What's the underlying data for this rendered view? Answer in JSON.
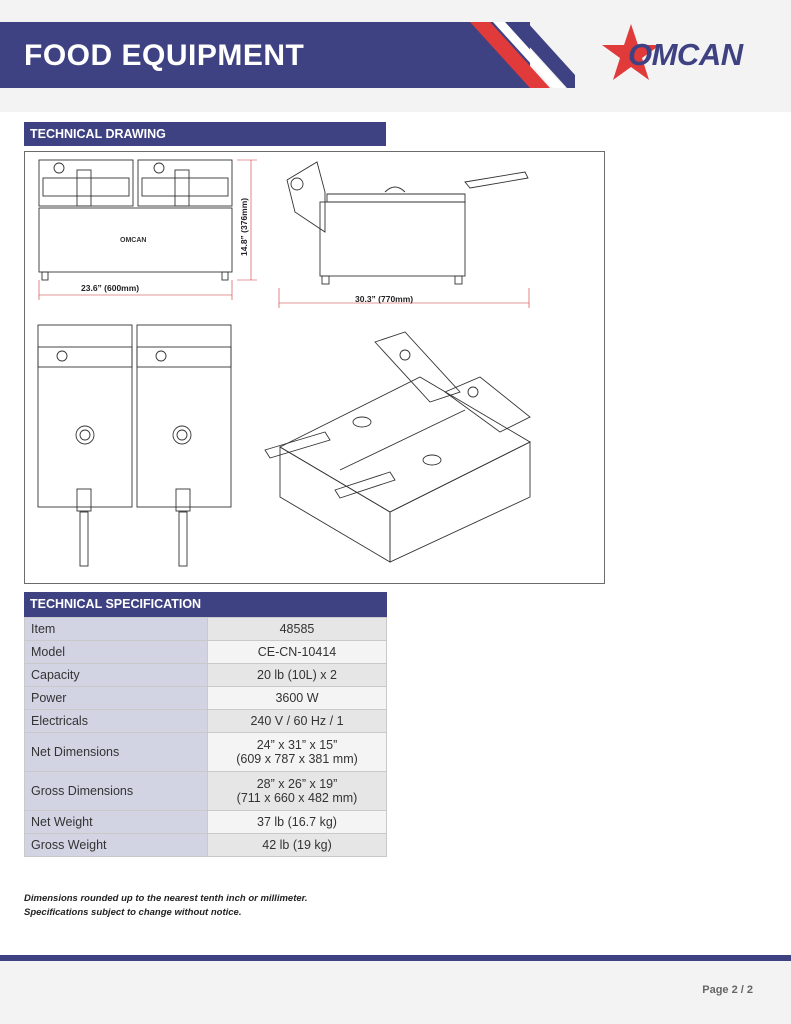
{
  "header": {
    "title": "FOOD EQUIPMENT",
    "brand": "OMCAN",
    "colors": {
      "navy": "#3f4282",
      "red": "#e03a3a"
    }
  },
  "drawing": {
    "section_title": "TECHNICAL DRAWING",
    "dim_width": "23.6” (600mm)",
    "dim_height": "14.8” (376mm)",
    "dim_depth": "30.3” (770mm)",
    "unit_brand": "OMCAN"
  },
  "spec": {
    "section_title": "TECHNICAL SPECIFICATION",
    "rows": [
      {
        "label": "Item",
        "value": "48585"
      },
      {
        "label": "Model",
        "value": "CE-CN-10414"
      },
      {
        "label": "Capacity",
        "value": "20 lb (10L) x 2"
      },
      {
        "label": "Power",
        "value": "3600 W"
      },
      {
        "label": "Electricals",
        "value": "240 V / 60 Hz / 1"
      },
      {
        "label": "Net Dimensions",
        "value": "24” x 31” x 15”",
        "value2": "(609 x 787 x 381 mm)"
      },
      {
        "label": "Gross Dimensions",
        "value": "28” x 26” x 19”",
        "value2": "(711 x 660 x 482 mm)"
      },
      {
        "label": "Net Weight",
        "value": "37 lb (16.7 kg)"
      },
      {
        "label": "Gross Weight",
        "value": "42 lb (19 kg)"
      }
    ]
  },
  "notes": {
    "line1": "Dimensions rounded up to the nearest tenth inch or millimeter.",
    "line2": "Specifications subject to change without notice."
  },
  "footer": {
    "page": "Page 2 / 2"
  }
}
